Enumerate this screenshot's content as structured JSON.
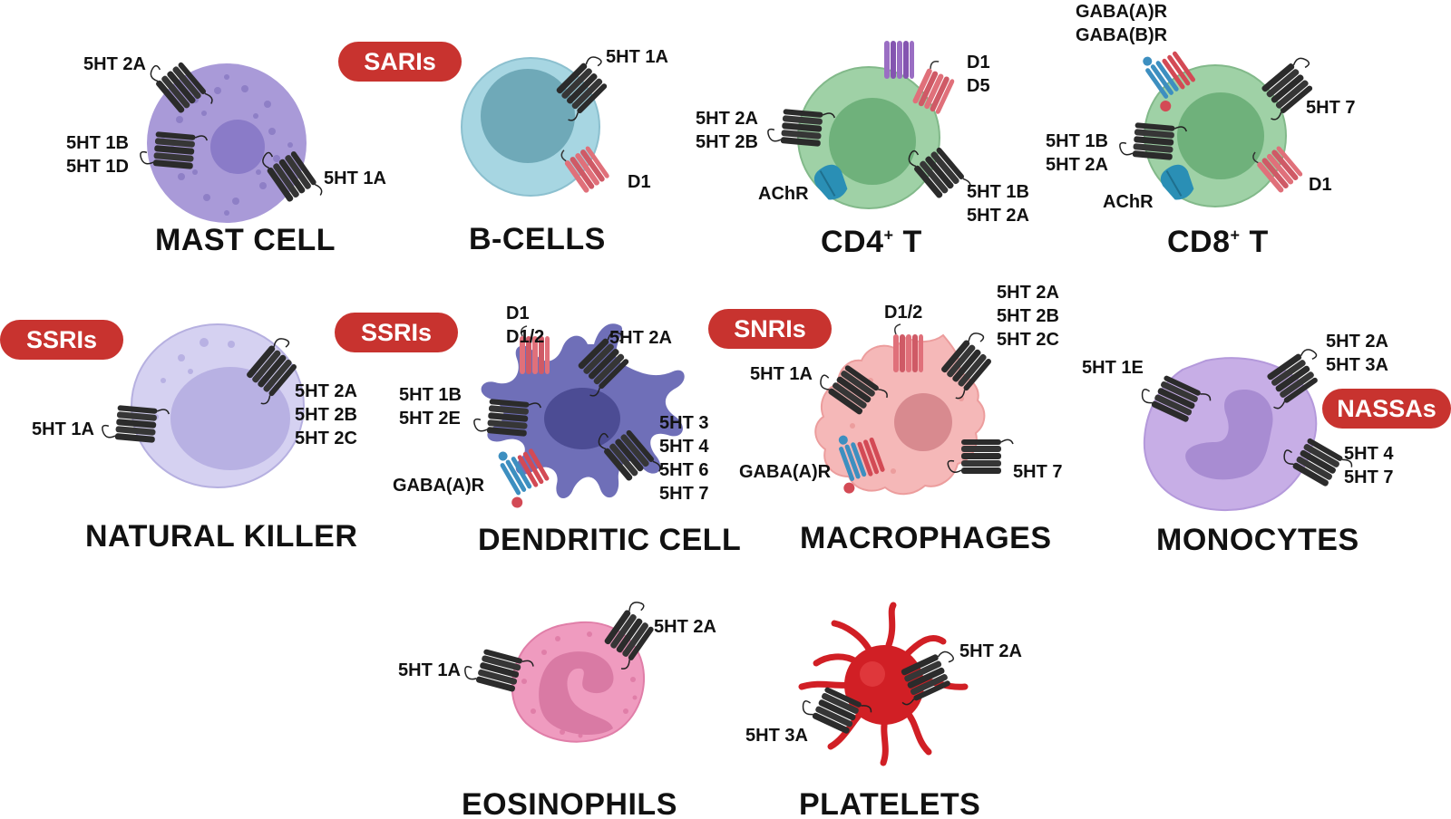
{
  "cells": {
    "mast_cell": {
      "title": "MAST CELL",
      "receptors": [
        "5HT 2A",
        "5HT 1B\n5HT 1D",
        "5HT 1A"
      ]
    },
    "b_cells": {
      "title": "B-CELLS",
      "drug": "SARIs",
      "receptors": [
        "5HT 1A",
        "D1"
      ]
    },
    "cd4_t": {
      "title_main": "CD4",
      "title_sup": "+",
      "title_end": " T",
      "receptors": [
        "D1\nD5",
        "5HT 2A\n5HT 2B",
        "AChR",
        "5HT 1B\n5HT 2A"
      ]
    },
    "cd8_t": {
      "title_main": "CD8",
      "title_sup": "+",
      "title_end": " T",
      "receptors": [
        "GABA(A)R\nGABA(B)R",
        "5HT 7",
        "5HT 1B\n5HT 2A",
        "AChR",
        "D1"
      ]
    },
    "natural_killer": {
      "title": "NATURAL KILLER",
      "drug": "SSRIs",
      "receptors": [
        "5HT 1A",
        "5HT 2A\n5HT 2B\n5HT 2C"
      ]
    },
    "dendritic_cell": {
      "title": "DENDRITIC CELL",
      "drug": "SSRIs",
      "receptors": [
        "D1\nD1/2",
        "5HT 2A",
        "5HT 1B\n5HT 2E",
        "5HT 3\n5HT 4\n5HT 6\n5HT 7",
        "GABA(A)R"
      ]
    },
    "macrophages": {
      "title": "MACROPHAGES",
      "drug": "SNRIs",
      "receptors": [
        "D1/2",
        "5HT 2A\n5HT 2B\n5HT 2C",
        "5HT 1A",
        "GABA(A)R",
        "5HT 7"
      ]
    },
    "monocytes": {
      "title": "MONOCYTES",
      "drug": "NASSAs",
      "receptors": [
        "5HT 1E",
        "5HT 2A\n5HT 3A",
        "5HT 4\n5HT 7"
      ]
    },
    "eosinophils": {
      "title": "EOSINOPHILS",
      "receptors": [
        "5HT 1A",
        "5HT 2A"
      ]
    },
    "platelets": {
      "title": "PLATELETS",
      "receptors": [
        "5HT 2A",
        "5HT 3A"
      ]
    }
  },
  "colors": {
    "drug_pill": "#c8332f",
    "serotonin_receptor": "#2b2b2b",
    "dopamine_receptor": "#e0707a",
    "gaba_receptor": "#3d8fc0",
    "achr": "#2a8fb5",
    "mast_cell": "#a99ad8",
    "b_cell": "#a7d6e2",
    "t_cell": "#9fd1a6",
    "natural_killer": "#d5d1f1",
    "dendritic_cell": "#6f6fb8",
    "macrophage": "#f5b8b8",
    "monocyte": "#c7aee6",
    "eosinophil": "#ef9bbf",
    "platelet": "#d11f25"
  }
}
